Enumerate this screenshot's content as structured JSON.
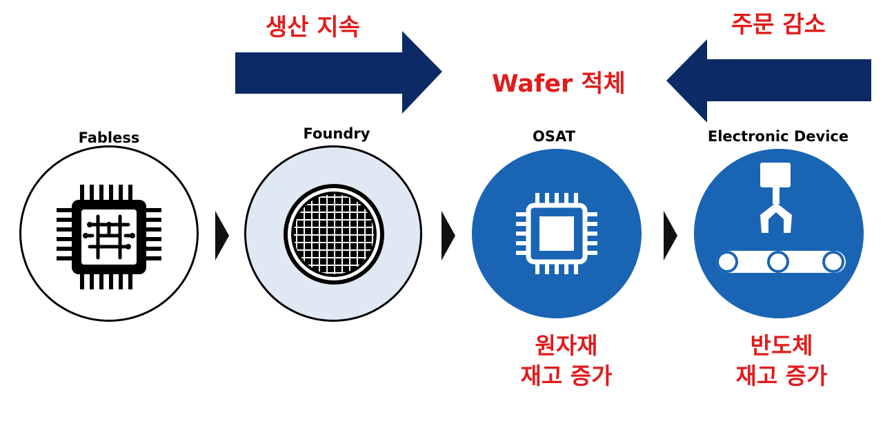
{
  "top_annotations": {
    "production_continues": "생산 지속",
    "orders_decrease": "주문 감소",
    "wafer_backlog": "Wafer 적체"
  },
  "stages": [
    {
      "label": "Fabless",
      "icon": "chip-circuit-icon",
      "style": "outline"
    },
    {
      "label": "Foundry",
      "icon": "wafer-icon",
      "style": "light"
    },
    {
      "label": "OSAT",
      "icon": "chip-icon",
      "style": "filled"
    },
    {
      "label": "Electronic Device",
      "icon": "robot-conveyor-icon",
      "style": "filled"
    }
  ],
  "bottom_notes": {
    "osat_line1": "원자재",
    "osat_line2": "재고 증가",
    "device_line1": "반도체",
    "device_line2": "재고 증가"
  },
  "colors": {
    "arrow_navy": "#0b2a66",
    "circle_blue": "#1a64b4",
    "foundry_fill": "#dfe8f3",
    "annotation_red": "#e11b1b",
    "chevron": "#111111"
  }
}
